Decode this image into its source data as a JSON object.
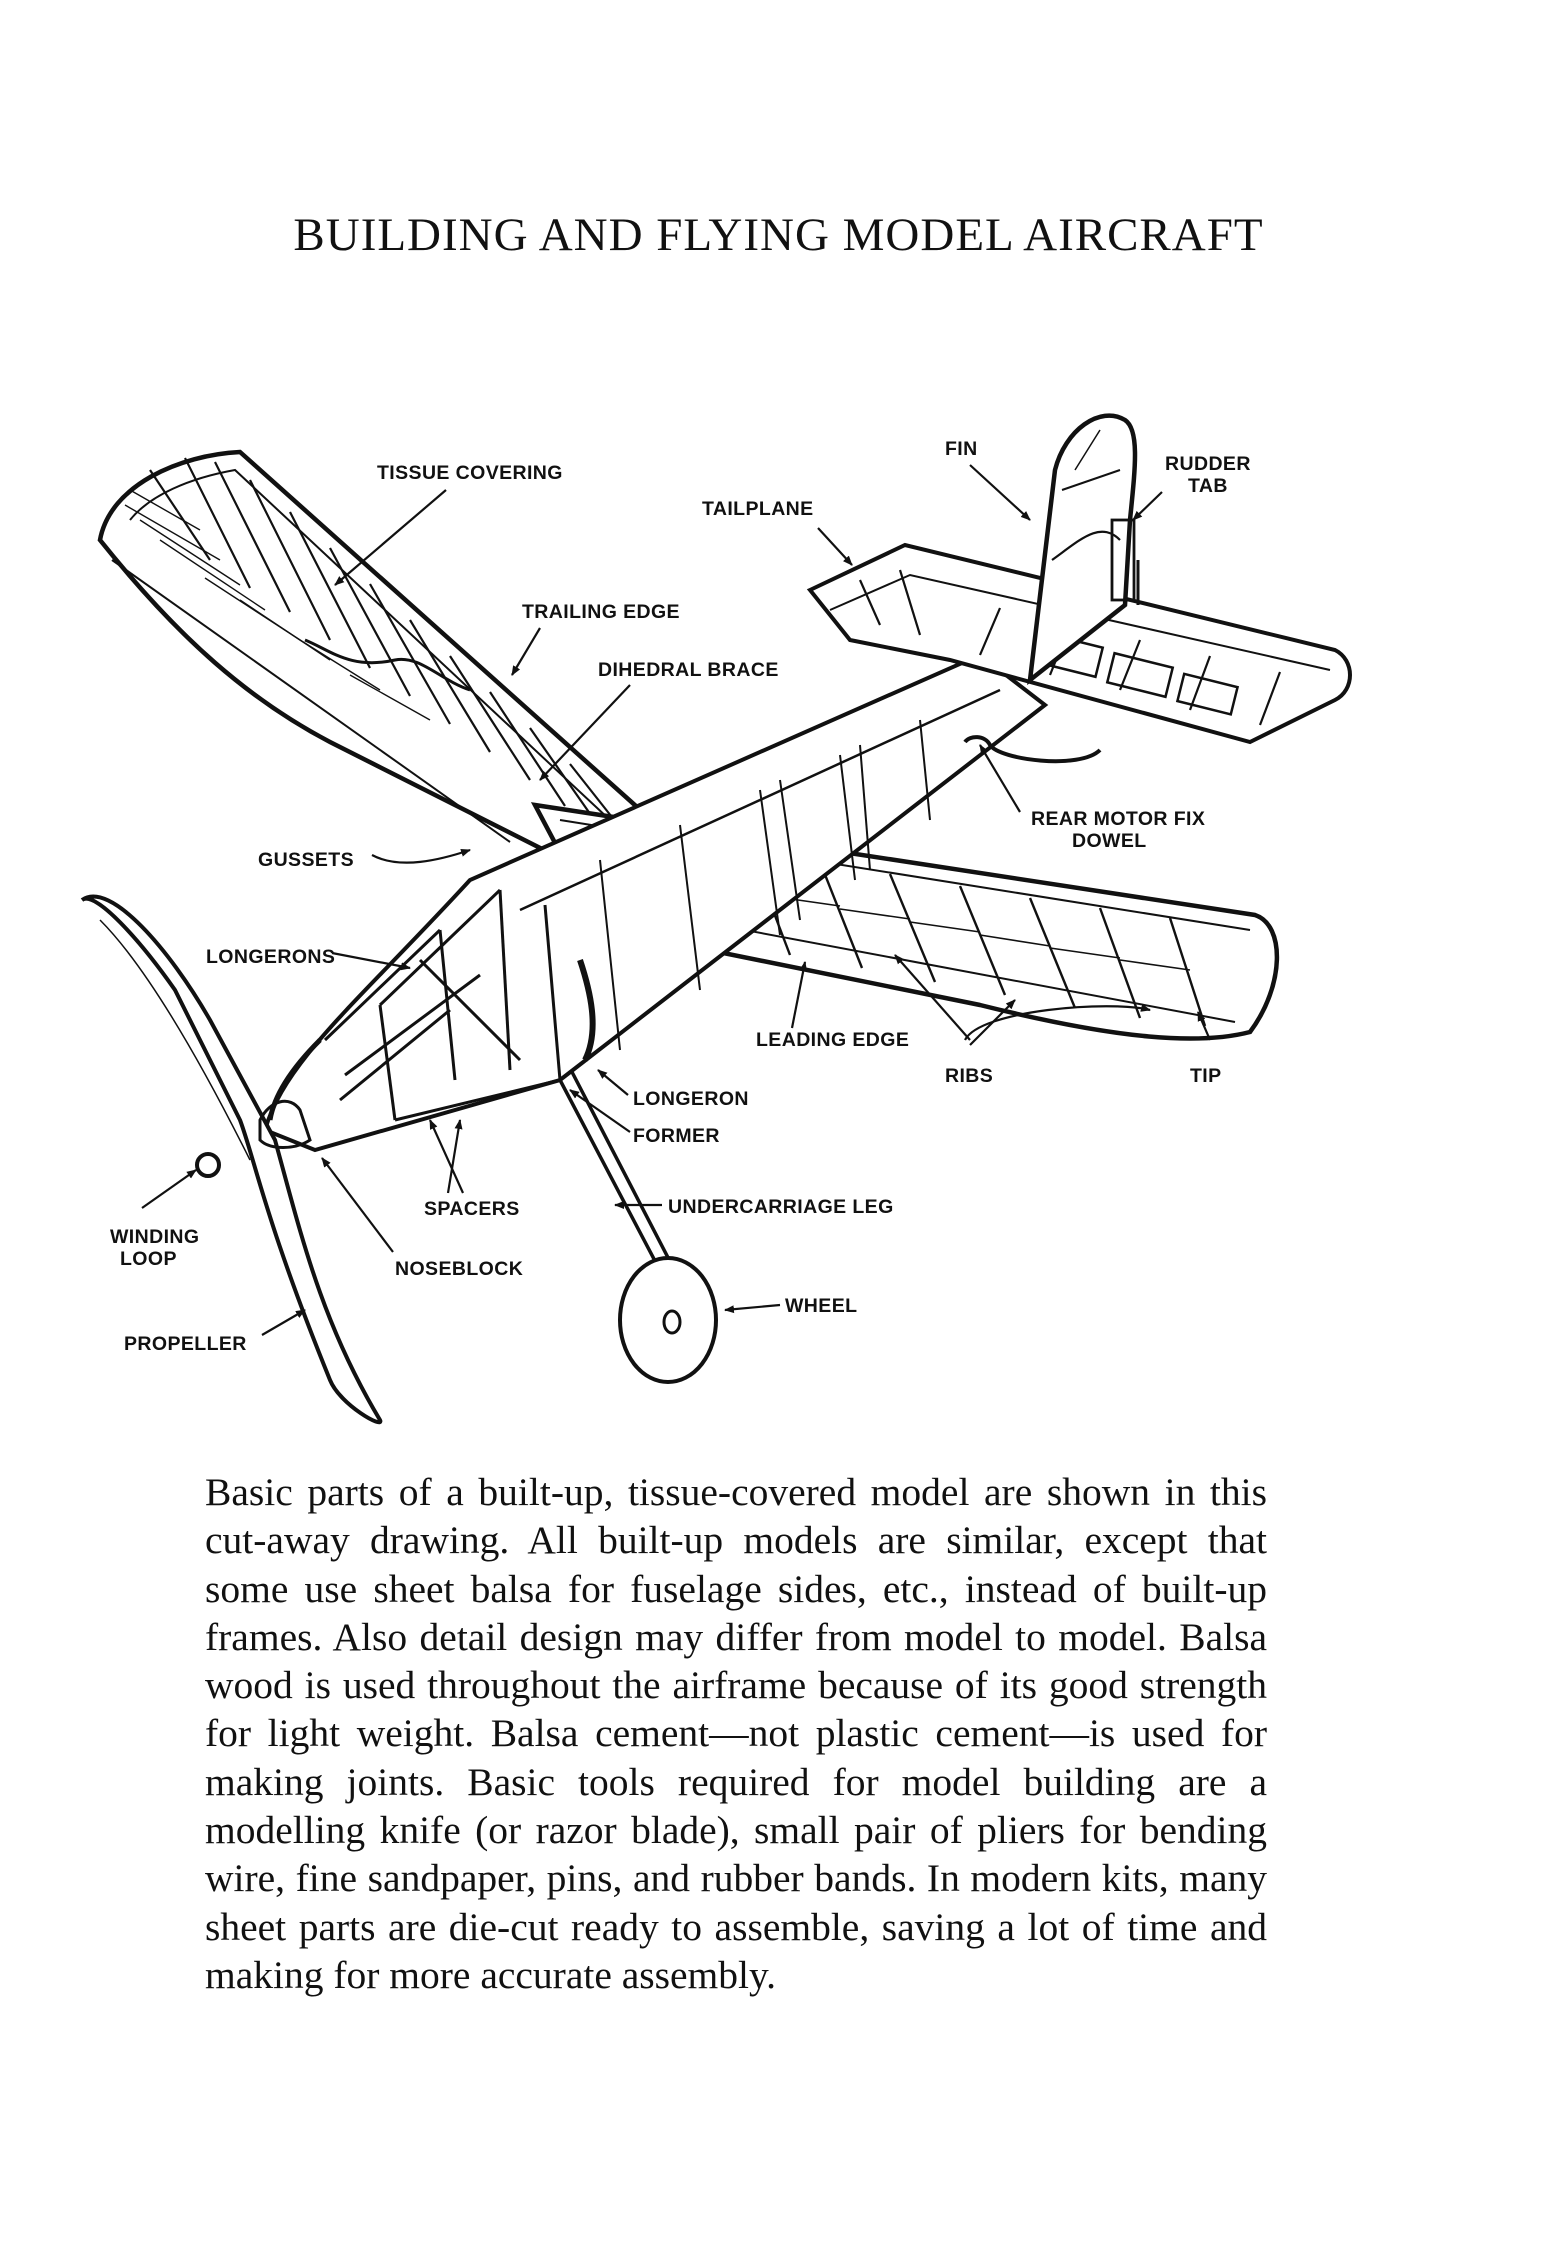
{
  "page": {
    "heading": "BUILDING AND FLYING MODEL AIRCRAFT"
  },
  "diagram": {
    "labels": {
      "tissue_covering": "TISSUE COVERING",
      "tailplane": "TAILPLANE",
      "fin": "FIN",
      "rudder_tab_line1": "RUDDER",
      "rudder_tab_line2": "TAB",
      "trailing_edge": "TRAILING EDGE",
      "dihedral_brace": "DIHEDRAL BRACE",
      "rear_motor_fix_line1": "REAR MOTOR FIX",
      "rear_motor_fix_line2": "DOWEL",
      "gussets": "GUSSETS",
      "longerons": "LONGERONS",
      "leading_edge": "LEADING EDGE",
      "ribs": "RIBS",
      "tip": "TIP",
      "longeron": "LONGERON",
      "former": "FORMER",
      "spacers": "SPACERS",
      "undercarriage_leg": "UNDERCARRIAGE LEG",
      "winding_loop_line1": "WINDING",
      "winding_loop_line2": "LOOP",
      "noseblock": "NOSEBLOCK",
      "wheel": "WHEEL",
      "propeller": "PROPELLER"
    }
  },
  "caption": "Basic parts of a built-up, tissue-covered model are shown in this cut-away drawing. All built-up models are similar, except that some use sheet balsa for fuselage sides, etc., instead of built-up frames. Also detail design may differ from model to model. Balsa wood is used throughout the airframe because of its good strength for light weight. Balsa cement—not plastic cement—is used for making joints. Basic tools required for model building are a modelling knife (or razor blade), small pair of pliers for bending wire, fine sandpaper, pins, and rubber bands. In modern kits, many sheet parts are die-cut ready to assemble, saving a lot of time and making for more accurate assembly."
}
